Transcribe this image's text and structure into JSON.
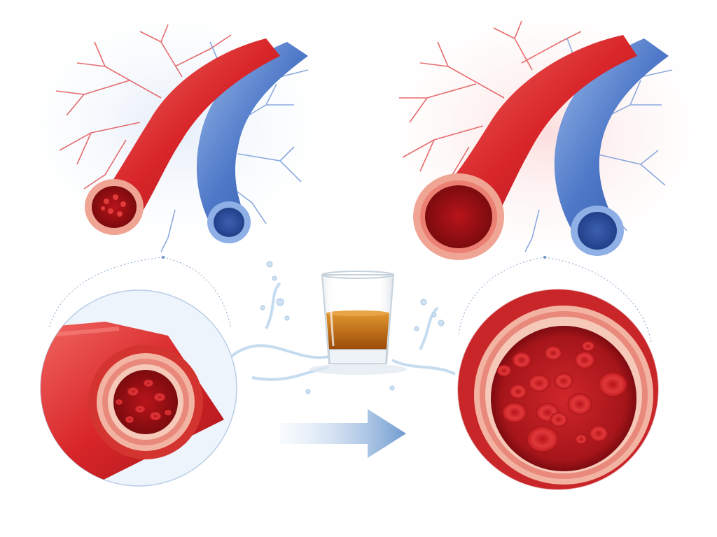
{
  "scene": {
    "panels": [
      {
        "id": "before",
        "state": "constricted",
        "lumen_ratio": 0.45
      },
      {
        "id": "after",
        "state": "dilated",
        "lumen_ratio": 0.82
      }
    ],
    "center_object": "shot-glass-with-amber-liquid",
    "transition": "arrow-right"
  },
  "colors": {
    "artery_red": "#d8262a",
    "artery_dark": "#a51418",
    "artery_light": "#ef5a55",
    "vein_blue": "#4f79c8",
    "vein_light": "#8fb0e6",
    "wall_pink": "#f4b8a6",
    "liquid_amber": "#c46a12",
    "arrow_blue": "#7ea6d6",
    "splash_blue": "#bcd7ee",
    "glow_left": "#e8f0fa",
    "glow_right": "#fde2e2"
  }
}
